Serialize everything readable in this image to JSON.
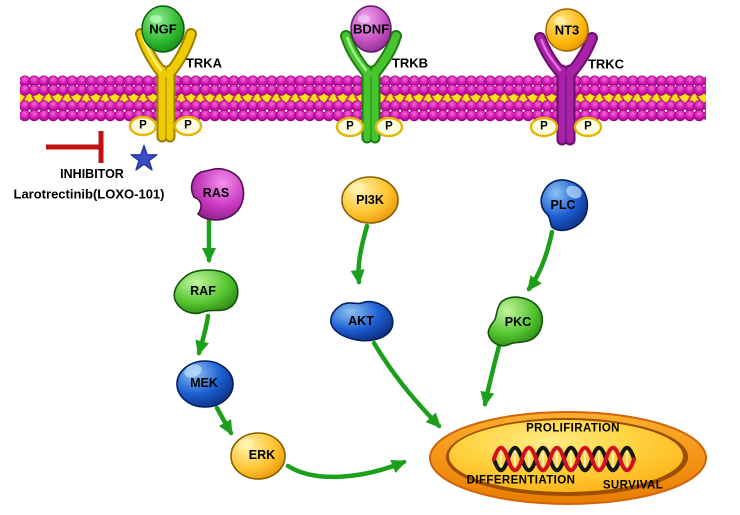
{
  "receptors": [
    {
      "label": "TRKA",
      "ligand": "NGF"
    },
    {
      "label": "TRKB",
      "ligand": "BDNF"
    },
    {
      "label": "TRKC",
      "ligand": "NT3"
    }
  ],
  "phospho": "P",
  "inhibitor": {
    "title": "INHIBITOR",
    "drug": "Larotrectinib(LOXO-101)"
  },
  "nodes": {
    "ras": "RAS",
    "raf": "RAF",
    "mek": "MEK",
    "erk": "ERK",
    "pi3k": "PI3K",
    "akt": "AKT",
    "plc": "PLC",
    "pkc": "PKC"
  },
  "outcomes": {
    "proliferation": "PROLIFIRATION",
    "differentiation": "DIFFERENTIATION",
    "survival": "SURVIVAL"
  },
  "colors": {
    "membrane_head": "#C712A9",
    "membrane_band": "#FFE11A",
    "arrow": "#1CA01C",
    "trka": "#EFCC00",
    "trkb": "#46C52E",
    "trkc": "#A821A8",
    "inhibitor_bar": "#C01010",
    "inhibitor_star": "#3B4EC8",
    "outcome_ellipse": "#F9A70D"
  }
}
